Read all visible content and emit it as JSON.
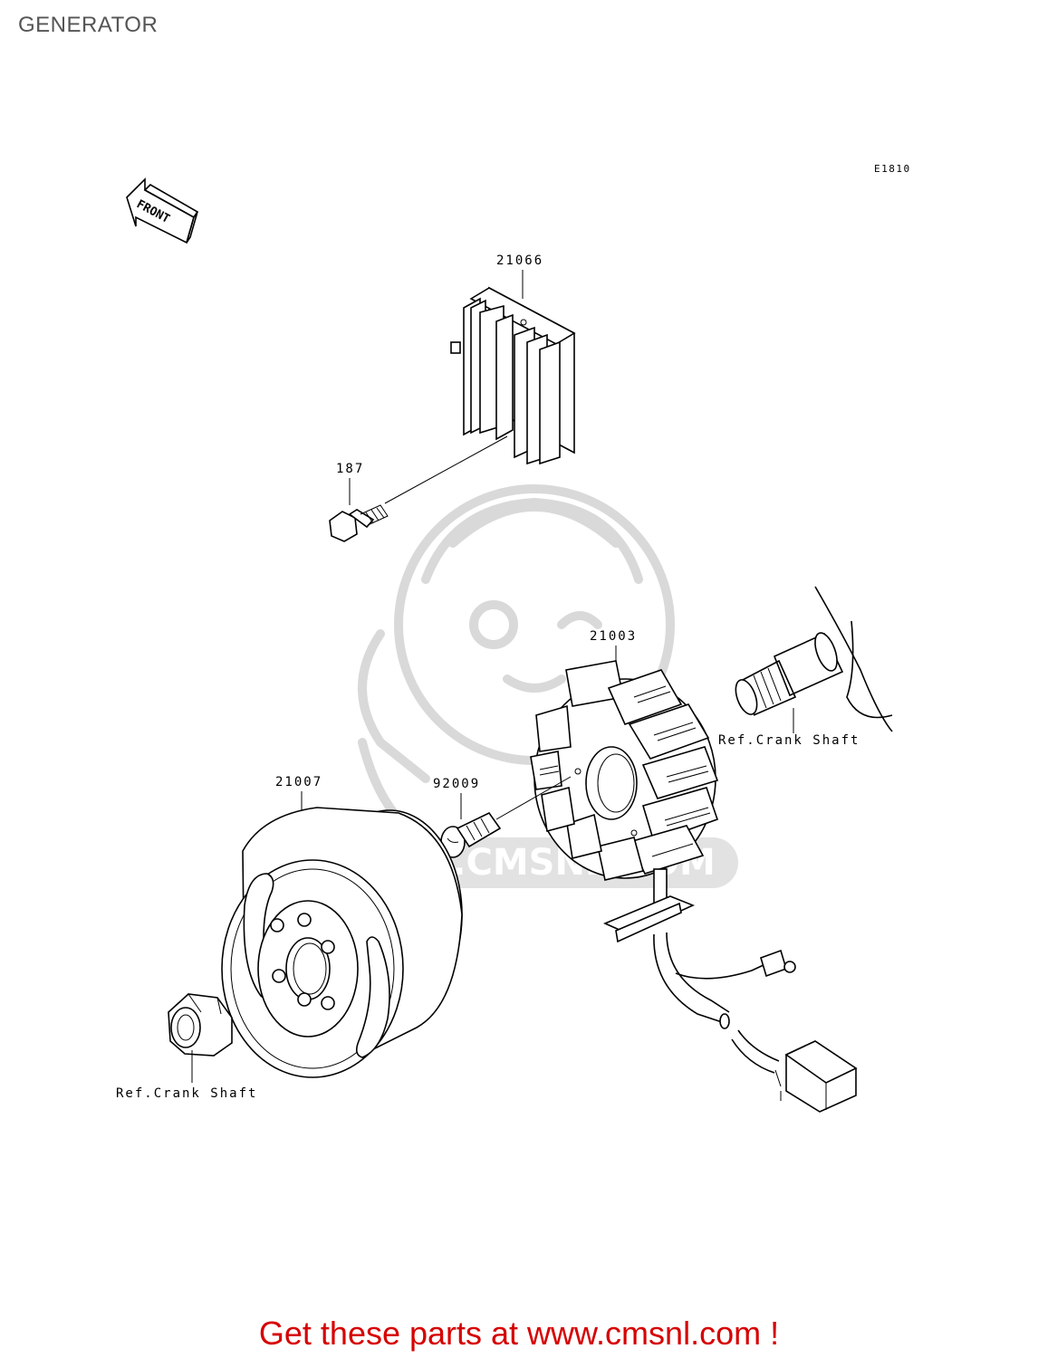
{
  "header": {
    "title": "GENERATOR"
  },
  "diagram": {
    "drawing_code": "E1810",
    "front_arrow_label": "FRONT",
    "watermark_text": "WWW.CMSNL.COM",
    "parts": [
      {
        "number": "21066",
        "name": "regulator"
      },
      {
        "number": "187",
        "name": "bolt"
      },
      {
        "number": "21003",
        "name": "stator"
      },
      {
        "number": "92009",
        "name": "screw"
      },
      {
        "number": "21007",
        "name": "flywheel"
      }
    ],
    "ref_labels": {
      "crank_shaft_right": "Ref.Crank Shaft",
      "crank_shaft_left": "Ref.Crank Shaft"
    }
  },
  "footer": {
    "cta_text": "Get these parts at www.cmsnl.com !"
  }
}
